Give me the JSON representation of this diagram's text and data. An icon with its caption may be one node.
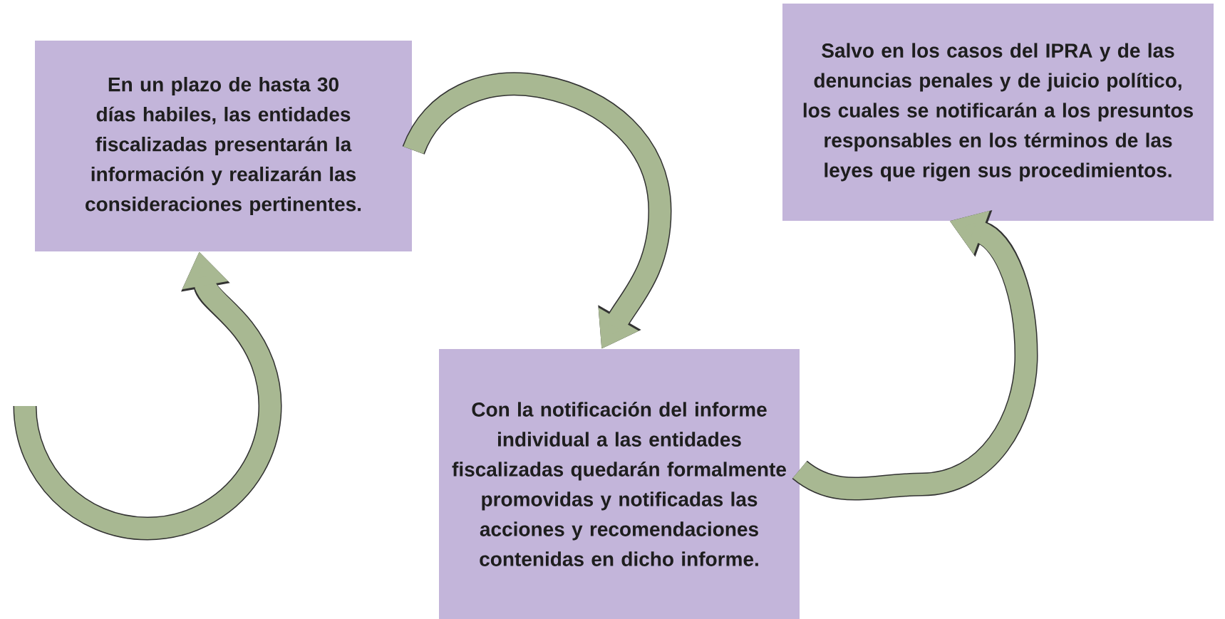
{
  "diagram": {
    "nodes": [
      {
        "text": [
          "En un plazo de hasta 30 días habiles, las entidades fiscalizadas presentarán la información y realizarán las consideraciones pertinentes."
        ]
      },
      {
        "text": [
          "Con la notificación del informe individual a las entidades fiscalizadas quedarán formalmente promovidas y notificadas las acciones y recomendaciones contenidas en dicho informe."
        ]
      },
      {
        "text": [
          "Salvo en los casos del IPRA y de las denuncias penales y de juicio político, los cuales se notificarán a los presuntos responsables en los términos de las leyes que rigen sus procedimientos."
        ]
      }
    ],
    "edges": [
      {
        "from": null,
        "to": 0,
        "arrow": "to"
      },
      {
        "from": 0,
        "to": 1,
        "arrow": "to"
      },
      {
        "from": 1,
        "to": 2,
        "arrow": "to"
      }
    ]
  }
}
